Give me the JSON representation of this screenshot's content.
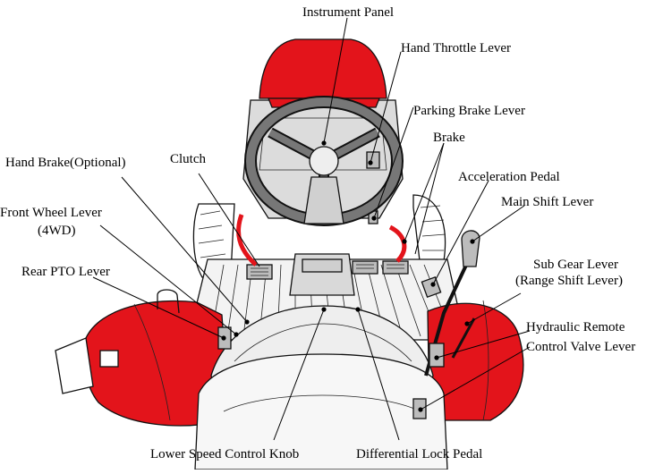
{
  "diagram": {
    "labels": {
      "instrument_panel": "Instrument Panel",
      "hand_throttle_lever": "Hand Throttle Lever",
      "parking_brake_lever": "Parking Brake Lever",
      "brake": "Brake",
      "acceleration_pedal": "Acceleration Pedal",
      "main_shift_lever": "Main Shift Lever",
      "sub_gear_lever_line1": "Sub Gear Lever",
      "sub_gear_lever_line2": "(Range Shift Lever)",
      "hydraulic_remote_line1": "Hydraulic Remote",
      "hydraulic_remote_line2": "Control Valve Lever",
      "differential_lock_pedal": "Differential Lock Pedal",
      "lower_speed_control_knob": "Lower Speed Control Knob",
      "rear_pto_lever": "Rear PTO Lever",
      "front_wheel_lever_line1": "Front Wheel Lever",
      "front_wheel_lever_line2": "(4WD)",
      "hand_brake_optional": "Hand Brake(Optional)",
      "clutch": "Clutch"
    },
    "colors": {
      "body_red": "#e3141b",
      "line": "#000000",
      "steering_grey": "#777777",
      "panel_grey": "#c8c8c8",
      "light_grey": "#eeeeee"
    }
  }
}
